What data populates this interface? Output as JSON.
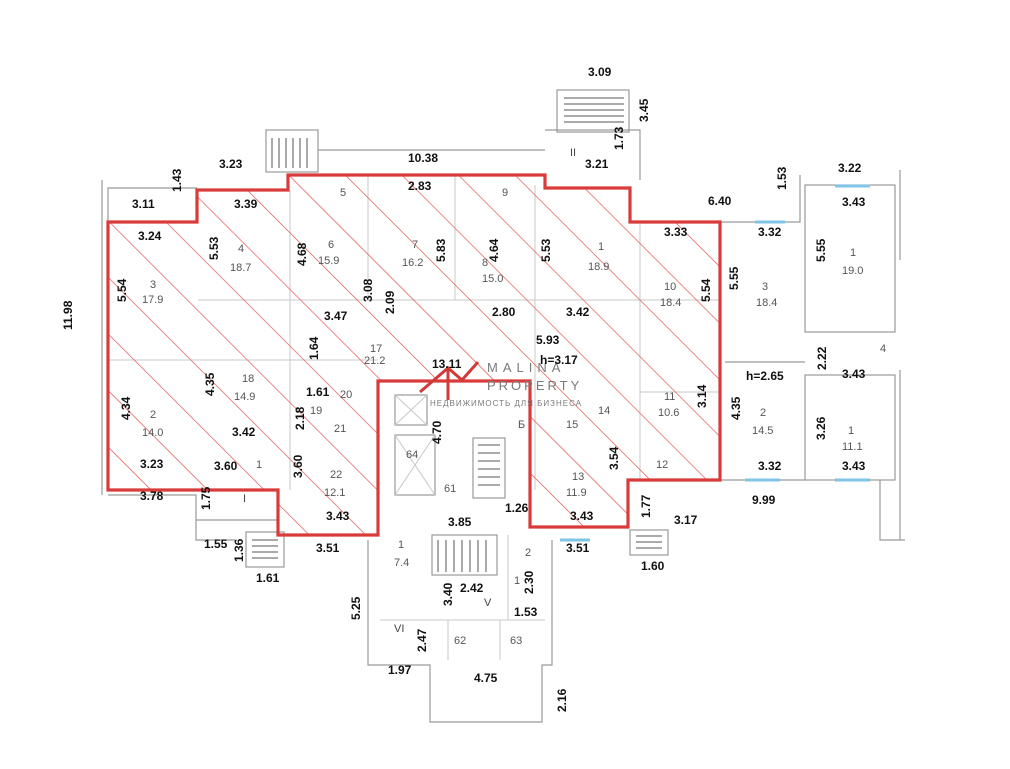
{
  "brand": {
    "name_line1": "MALINA",
    "name_line2": "PROPERTY",
    "tagline": "НЕДВИЖИМОСТЬ ДЛЯ БИЗНЕСА",
    "accent": "#d23a3a"
  },
  "colors": {
    "highlight": "#d93b3b",
    "hatch": "#e05555",
    "window": "#7fc6e6",
    "walls": "#9a9a9a"
  },
  "dimensions": {
    "d_309": "3.09",
    "d_345": "3.45",
    "d_173": "1.73",
    "d_323": "3.23",
    "d_1038": "10.38",
    "d_321": "3.21",
    "d_311": "3.11",
    "d_143": "1.43",
    "d_339": "3.39",
    "d_283": "2.83",
    "d_640": "6.40",
    "d_153": "1.53",
    "d_322": "3.22",
    "d_343_top": "3.43",
    "d_324": "3.24",
    "d_553_a": "5.53",
    "d_468": "4.68",
    "d_583": "5.83",
    "d_464": "4.64",
    "d_553_b": "5.53",
    "d_333": "3.33",
    "d_332_top": "3.32",
    "d_555_a": "5.55",
    "d_555_b": "5.55",
    "d_554_a": "5.54",
    "d_554_b": "5.54",
    "d_1198": "11.98",
    "d_308": "3.08",
    "d_347": "3.47",
    "d_209": "2.09",
    "d_280": "2.80",
    "d_342_a": "3.42",
    "d_593": "5.93",
    "d_h317": "h=3.17",
    "d_1311": "13.11",
    "d_164": "1.64",
    "d_435_a": "4.35",
    "d_161_a": "1.61",
    "d_218": "2.18",
    "d_342_b": "3.42",
    "d_434": "4.34",
    "d_470": "4.70",
    "d_314": "3.14",
    "d_435_b": "4.35",
    "d_h265": "h=2.65",
    "d_222": "2.22",
    "d_343_mid": "3.43",
    "d_326": "3.26",
    "d_323_b": "3.23",
    "d_360_a": "3.60",
    "d_360_b": "3.60",
    "d_354": "3.54",
    "d_332_bot": "3.32",
    "d_343_bot": "3.43",
    "d_378": "3.78",
    "d_175": "1.75",
    "d_343_c": "3.43",
    "d_385": "3.85",
    "d_126": "1.26",
    "d_343_d": "3.43",
    "d_177": "1.77",
    "d_317": "3.17",
    "d_999": "9.99",
    "d_155": "1.55",
    "d_136": "1.36",
    "d_351_a": "3.51",
    "d_351_b": "3.51",
    "d_161_b": "1.61",
    "d_160": "1.60",
    "d_340": "3.40",
    "d_242": "2.42",
    "d_230": "2.30",
    "d_153_b": "1.53",
    "d_525": "5.25",
    "d_247": "2.47",
    "d_197": "1.97",
    "d_475": "4.75",
    "d_216": "2.16"
  },
  "rooms": {
    "r3": "3",
    "r3_area": "17.9",
    "r4": "4",
    "r4_area": "18.7",
    "r5": "5",
    "r6": "6",
    "r6_area": "15.9",
    "r7": "7",
    "r7_area": "16.2",
    "r8": "8",
    "r8_area": "15.0",
    "r9": "9",
    "r1": "1",
    "r1_area": "18.9",
    "r10": "10",
    "r10_area": "18.4",
    "r3r": "3",
    "r3r_area": "18.4",
    "r1r": "1",
    "r1r_area": "19.0",
    "r4r": "4",
    "r17": "17",
    "r17_area": "21.2",
    "r18": "18",
    "r18_area": "14.9",
    "r20": "20",
    "r19": "19",
    "r21": "21",
    "r2": "2",
    "r2_area": "14.0",
    "r1s": "1",
    "r22": "22",
    "r22_area": "12.1",
    "r64": "64",
    "r61": "61",
    "rB": "Б",
    "r15": "15",
    "r14": "14",
    "r11": "11",
    "r11_area": "10.6",
    "r13": "13",
    "r13_area": "11.9",
    "r12": "12",
    "r2r": "2",
    "r2r_area": "14.5",
    "r1rb": "1",
    "r1rb_area": "11.1",
    "r1b": "1",
    "r1b_area": "7.4",
    "r1c": "1",
    "r62": "62",
    "r63": "63",
    "r2c": "2"
  },
  "labels": {
    "II": "II",
    "I": "I",
    "V": "V",
    "VI": "VI"
  }
}
